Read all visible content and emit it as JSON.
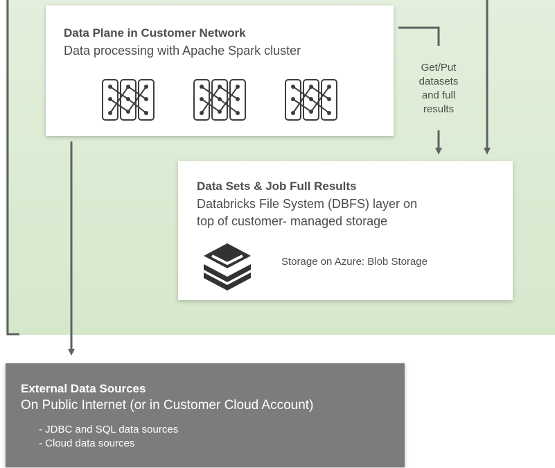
{
  "colors": {
    "background_green": "#d9ead1",
    "arrow": "#5f6062",
    "external_box": "#7b7c7e",
    "text_dark": "#4d4d4d"
  },
  "data_plane": {
    "title": "Data Plane in Customer Network",
    "subtitle": "Data processing with Apache Spark cluster",
    "cluster_icons": [
      "cluster-icon",
      "cluster-icon",
      "cluster-icon"
    ]
  },
  "flow_label": {
    "lines": [
      "Get/Put",
      "datasets",
      "and full",
      "results"
    ]
  },
  "data_sets": {
    "title": "Data Sets & Job Full Results",
    "subtitle_line1": "Databricks File System (DBFS) layer on",
    "subtitle_line2": "top of customer- managed storage",
    "icon": "layers-stack-icon",
    "storage_label": "Storage on Azure: Blob Storage"
  },
  "external": {
    "title": "External Data Sources",
    "subtitle": "On Public Internet (or in Customer Cloud Account)",
    "items": [
      "- JDBC and SQL data sources",
      "- Cloud data sources"
    ]
  }
}
